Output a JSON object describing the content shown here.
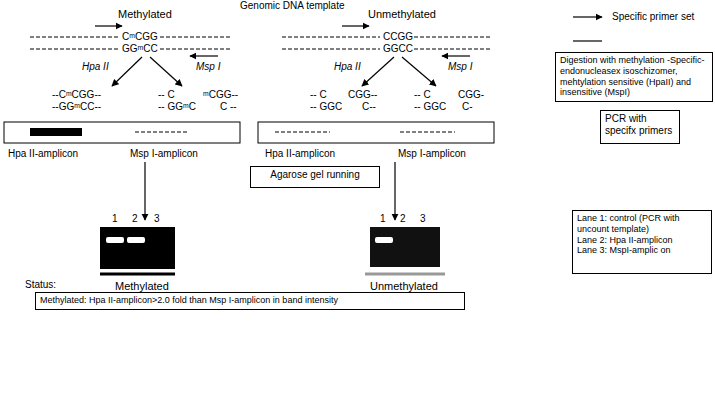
{
  "diagram": {
    "nodes": [
      {
        "text": [
          "Digestion with methylation -Specific-endonucleasex isoschizomer, mehtylation sensitive (HpaII) and insensitive (MspI)"
        ]
      },
      {
        "text": [
          "PCR with specifx primers"
        ]
      },
      {
        "text": [
          "Agarose gel running"
        ]
      },
      {
        "text": [
          "Lane 1: control (PCR with uncount template)",
          "Lane 2: Hpa II-amplicon",
          "Lane 3: MspI-amplic on"
        ]
      },
      {
        "text": [
          "Methylated: Hpa II-amplicon>2.0 fold than Msp I-amplicon in band intensity"
        ]
      }
    ],
    "labels": [
      "Genomic DNA template",
      "Methylated",
      "Unmethylated",
      "CᵐCGG",
      "GGᵐCC",
      "CCGG",
      "GGCC",
      "Hpa II",
      "Msp I",
      "Hpa II",
      "Msp I",
      "--CᵐCGG--",
      "--GGᵐCC--",
      "-- C",
      "ᵐCGG--",
      "-- GGᵐC",
      "C --",
      "-- C",
      "CGG--",
      "-- GGC",
      "C--",
      "-- C",
      "CGG-",
      "-- GGC",
      "C-",
      "Hpa II-amplicon",
      "Msp I-amplicon",
      "Hpa II-amplicon",
      "Msp I-amplicon",
      "1",
      "2",
      "3",
      "1",
      "2",
      "3",
      "Status:",
      "Methylated",
      "Unmethylated"
    ],
    "legend": [
      {
        "text": "Specific primer set"
      }
    ]
  }
}
